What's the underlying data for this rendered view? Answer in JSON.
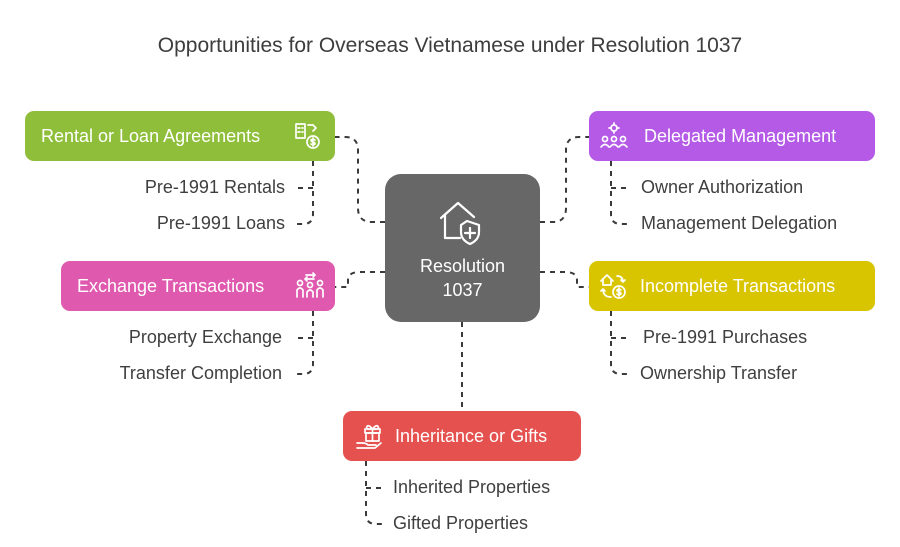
{
  "title": "Opportunities for Overseas Vietnamese under Resolution 1037",
  "center": {
    "line1": "Resolution",
    "line2": "1037"
  },
  "branches": {
    "rental": {
      "label": "Rental or Loan Agreements",
      "color": "#8fbf3a",
      "icon": "building-dollar-icon",
      "items": [
        "Pre-1991 Rentals",
        "Pre-1991 Loans"
      ]
    },
    "delegated": {
      "label": "Delegated Management",
      "color": "#b45ae6",
      "icon": "people-network-icon",
      "items": [
        "Owner Authorization",
        "Management Delegation"
      ]
    },
    "exchange": {
      "label": "Exchange Transactions",
      "color": "#df5aae",
      "icon": "exchange-people-icon",
      "items": [
        "Property Exchange",
        "Transfer Completion"
      ]
    },
    "incomplete": {
      "label": "Incomplete Transactions",
      "color": "#d9c400",
      "icon": "home-dollar-cycle-icon",
      "items": [
        "Pre-1991 Purchases",
        "Ownership Transfer"
      ]
    },
    "inheritance": {
      "label": "Inheritance or Gifts",
      "color": "#e5514e",
      "icon": "gift-hand-icon",
      "items": [
        "Inherited Properties",
        "Gifted Properties"
      ]
    }
  }
}
